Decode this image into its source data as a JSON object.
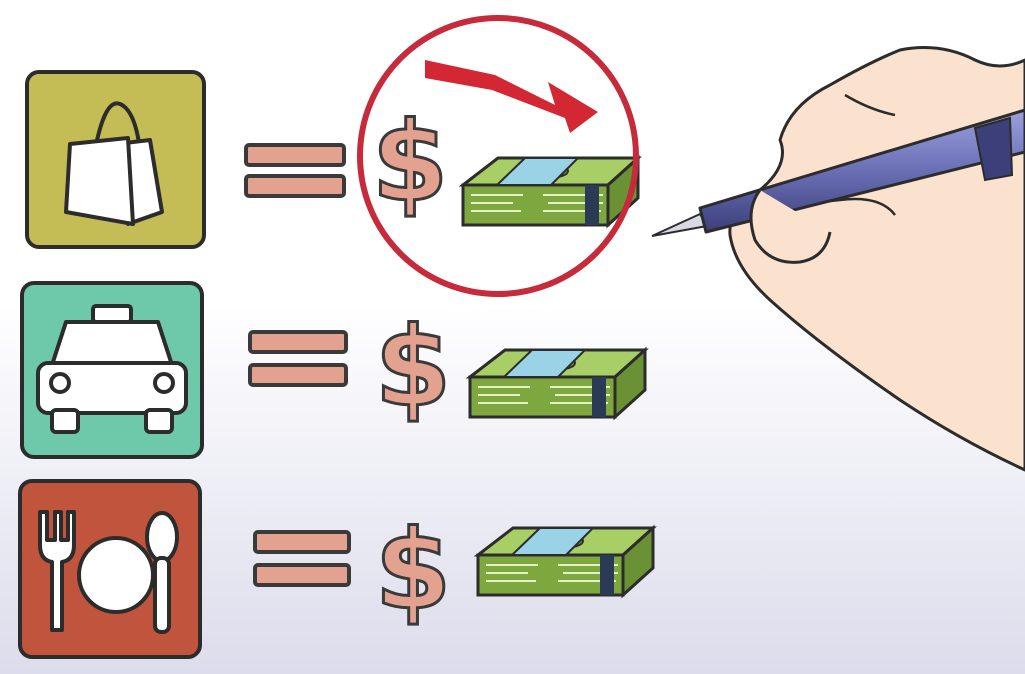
{
  "illustration": {
    "rows": [
      {
        "category": "shopping",
        "icon": "shopping-bag-icon",
        "tile_color": "#c4bd55",
        "highlighted": true
      },
      {
        "category": "taxi",
        "icon": "taxi-car-icon",
        "tile_color": "#6dc9a9",
        "highlighted": false
      },
      {
        "category": "dining",
        "icon": "fork-plate-spoon-icon",
        "tile_color": "#c0543c",
        "highlighted": false
      }
    ],
    "symbols": {
      "equals": "equals-sign-icon",
      "dollar": "dollar-sign-icon",
      "cash": "cash-stack-icon"
    },
    "colors": {
      "background_top": "#ffffff",
      "background_bottom": "#dcdcec",
      "symbol_fill": "#e3a190",
      "symbol_stroke": "#3a3a3a",
      "highlight_circle": "#c72a3a",
      "arrow": "#d32733",
      "cash_green": "#8bb84a",
      "cash_band": "#9ad2e6",
      "pen_body": "#6a6fb5",
      "skin": "#fbe2cf"
    }
  }
}
